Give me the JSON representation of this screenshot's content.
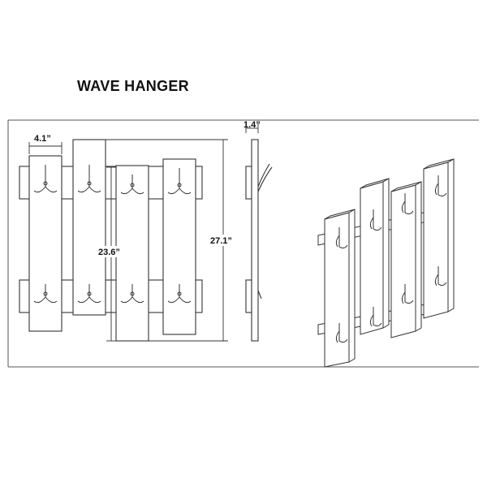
{
  "title": "WAVE HANGER",
  "dimensions": {
    "width": "4.1”",
    "depth": "1.4”",
    "inner_height": "23.6”",
    "overall_height": "27.1”"
  },
  "colors": {
    "line": "#333333",
    "border": "#555555"
  },
  "views": [
    "front-view",
    "side-view",
    "perspective-view"
  ]
}
